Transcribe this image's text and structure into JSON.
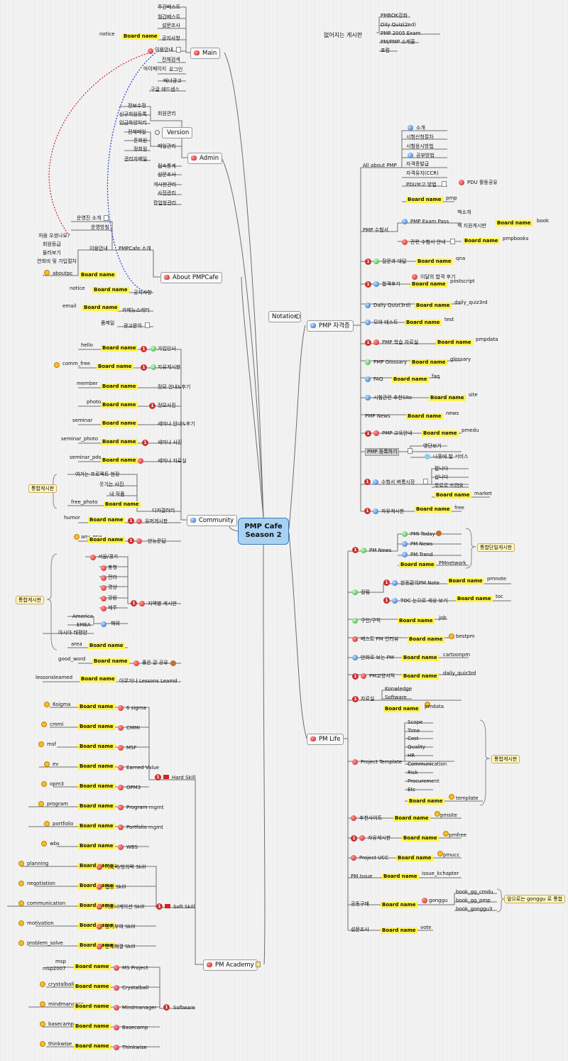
{
  "center": {
    "line1": "PMP Cafe",
    "line2": "Season 2"
  },
  "label_board_name": "Board name",
  "main": {
    "title": "Main",
    "items": [
      "주간베스트",
      "월간베스트",
      "설문조사",
      "공지사항",
      "이용안내",
      "전체검색",
      "마이페이지",
      "로그인",
      "배너광고",
      "구글 애드센스"
    ],
    "notice_alias": "notice"
  },
  "admin": {
    "title": "Admin",
    "version": "Version",
    "member_group": "회원관리",
    "member_items": [
      "정보수정",
      "신규회원등록",
      "임급화양처리"
    ],
    "mail_group": "메일관리",
    "mail_items": [
      "전체메일",
      "준회원",
      "정회원",
      "관리자메일"
    ],
    "other_items": [
      "접속통계",
      "설문조사",
      "게시판관리",
      "사진관리",
      "팝업창관리"
    ]
  },
  "about": {
    "title": "About PMPCafe",
    "intro_group": "PMPCafe 소개",
    "intro_items": [
      "운영진 소개",
      "운영방침",
      "이용안내"
    ],
    "guide_items": [
      "처음 오셨나요?",
      "회원등급",
      "둘러보기",
      "연회비 및 가입절차"
    ],
    "aboutpc": "aboutpc",
    "notice": "공지사항",
    "notice_alias": "notice",
    "cafe_letter": "카페뉴스레터",
    "email_alias": "email",
    "ad": "광고문의",
    "ad_alias": "폼메일"
  },
  "community": {
    "title": "Community",
    "rows": [
      {
        "alias": "hello",
        "label": "가입인사"
      },
      {
        "alias": "comm_free",
        "label": "자유게시판"
      },
      {
        "alias": "member",
        "label": "정모 안내&후기"
      },
      {
        "alias": "photo",
        "label": "정모사진"
      },
      {
        "alias": "seminar",
        "label": "세미나 안내&후기"
      },
      {
        "alias": "seminar_photo",
        "label": "세미나 사진"
      },
      {
        "alias": "seminar_pds",
        "label": "세미나 자료실"
      }
    ],
    "gallery_label": "디카갤러리",
    "gallery_items": [
      "여기는 프로젝트 현장",
      "웃기는 사진",
      "내 작품"
    ],
    "gallery_alias": "free_photo",
    "gallery_callout": "통합게시판",
    "humor_alias": "humor",
    "humor_label": "유머게시판",
    "qna_alias": "any_qna",
    "qna_label": "만능문답",
    "region_label": "지역별 게시판",
    "regions": [
      "서울/경기",
      "충청",
      "전라",
      "경상",
      "강원",
      "제주"
    ],
    "overseas": "해외",
    "overseas_items": [
      "America",
      "EMEA",
      "아시아 태평양"
    ],
    "region_alias": "area",
    "region_callout": "통합게시판",
    "good_alias": "good_word",
    "good_label": "좋은 글 공유",
    "lessons_alias": "lessonsleamed",
    "lessons_label": "아무거나 Lessons Leamd"
  },
  "academy": {
    "title": "PM Academy",
    "hard": "Hard Skill",
    "hard_items": [
      {
        "alias": "6sigma",
        "label": "6 sigma"
      },
      {
        "alias": "cmmi",
        "label": "CMMI"
      },
      {
        "alias": "msf",
        "label": "MSF"
      },
      {
        "alias": "ev",
        "label": "Earned Value"
      },
      {
        "alias": "opm3",
        "label": "OPM3"
      },
      {
        "alias": "program",
        "label": "Program mgmt"
      },
      {
        "alias": "portfolio",
        "label": "Portfolio mgmt"
      },
      {
        "alias": "wbs",
        "label": "WBS"
      }
    ],
    "soft": "Soft Skill",
    "soft_items": [
      {
        "alias": "planning",
        "label": "기획력/창의력 Skill"
      },
      {
        "alias": "negotiation",
        "label": "협상 Skill"
      },
      {
        "alias": "communication",
        "label": "커뮤니케이션 Skill"
      },
      {
        "alias": "motivation",
        "label": "동기부여 Skill"
      },
      {
        "alias": "problem_solve",
        "label": "문제해결 Skill"
      }
    ],
    "software": "Software",
    "software_items": [
      {
        "alias": "msp",
        "label": "MS Project"
      },
      {
        "alias": "crystalball",
        "label": "Crystalball"
      },
      {
        "alias": "mindmanager",
        "label": "Mindmanager"
      },
      {
        "alias": "basecamp",
        "label": "Basecamp"
      },
      {
        "alias": "thinkwise",
        "label": "Thinkwise"
      }
    ],
    "msp2007": "msp2007"
  },
  "disappearing": {
    "title": "없어지는 게시판",
    "items": [
      "PMBOK강좌",
      "Dily Quiz(2nd)",
      "PMP 2005 Exam",
      "PM/PMP 스케줄",
      "포럼"
    ]
  },
  "notation": "Notation",
  "pmp": {
    "title": "PMP 자격증",
    "all_about": "All about PMP",
    "all_items": [
      "소개",
      "시험신청절차",
      "시험응시방법",
      "공부방법",
      "자격증발급",
      "자격유지(CCR)",
      "PDU보고 방법"
    ],
    "pdu_share": "PDU 활동공유",
    "all_alias": "pmp",
    "exam": "PMP 수험서",
    "exam_pass": "PMP Exam Pass",
    "exam_pass_items": [
      "책소개",
      "책 지원게시판"
    ],
    "exam_pass_alias": "book",
    "exam_related": "관련 수험서 안내",
    "exam_related_alias": "pmpbooks",
    "rows": [
      {
        "label": "질문과 대답",
        "alias": "qna"
      },
      {
        "label": "합격후기",
        "alias": "postscript",
        "sub": "이달의 합격 후기"
      },
      {
        "label": "Daily Quiz(3rd)",
        "alias": "daily_quiz3rd"
      },
      {
        "label": "모의 테스트",
        "alias": "test"
      },
      {
        "label": "PMP 학습 자료실",
        "alias": "pmpdata"
      },
      {
        "label": "PMP Glossary",
        "alias": "glossary"
      },
      {
        "label": "FAQ",
        "alias": "faq"
      },
      {
        "label": "시험관련 추천Site",
        "alias": "site"
      },
      {
        "label": "PMP News",
        "alias": "news"
      },
      {
        "label": "PMP 교육안내",
        "alias": "pmedu"
      }
    ],
    "register": "PMP 등록하기",
    "register_items": [
      "영단보기",
      "나중에 할 서비스"
    ],
    "market": "수험서 벼룩시장",
    "market_items": [
      "팝니다",
      "삽니다",
      "무료로 드려요"
    ],
    "market_alias": "market",
    "free": "자유게시판",
    "free_alias": "free"
  },
  "pmlife": {
    "title": "PM Life",
    "news": "PM News",
    "news_items": [
      "PMI Today",
      "PM News",
      "PM Trend"
    ],
    "news_alias": "PMnetwork",
    "news_callout": "통합단일게시판",
    "column": "컬럼",
    "column_items": [
      {
        "label": "한동환의PM Note",
        "alias": "pmnote"
      },
      {
        "label": "TOC 눈으로 세상 보기",
        "alias": "toc"
      }
    ],
    "rows": [
      {
        "label": "구인/구직",
        "alias": "job"
      },
      {
        "label": "베스트 PM 인터뷰",
        "alias": "bestpm"
      },
      {
        "label": "만화로 보는 PM",
        "alias": "cartoonpm"
      },
      {
        "label": "PM교양서적",
        "alias": "daily_quiz3rd"
      }
    ],
    "pds": "자료실",
    "pds_items": [
      "Konwledge",
      "Software"
    ],
    "pds_alias": "pmdata",
    "template": "Project Template",
    "template_items": [
      "Scope",
      "Time",
      "Cost",
      "Quality",
      "HR",
      "Communication",
      "Risk",
      "Procurement",
      "Etc"
    ],
    "template_alias": "template",
    "template_callout": "통합게시판",
    "rows2": [
      {
        "label": "추천사이트",
        "alias": "pmsite"
      },
      {
        "label": "자유게시판",
        "alias": "pmfree"
      },
      {
        "label": "Project UCC",
        "alias": "pmucc"
      },
      {
        "label": "PM Issue",
        "alias": "issue_kchapter"
      }
    ],
    "group_buy": "공동구매",
    "group_buy_alias": "gonggu",
    "group_buy_items": [
      "book_gg_cmdu",
      "book_gg_pmp",
      "book_gonggu3"
    ],
    "group_buy_callout": "앞으로는 gonggu 로 통합",
    "survey": "설문조사",
    "survey_alias": "vote"
  }
}
